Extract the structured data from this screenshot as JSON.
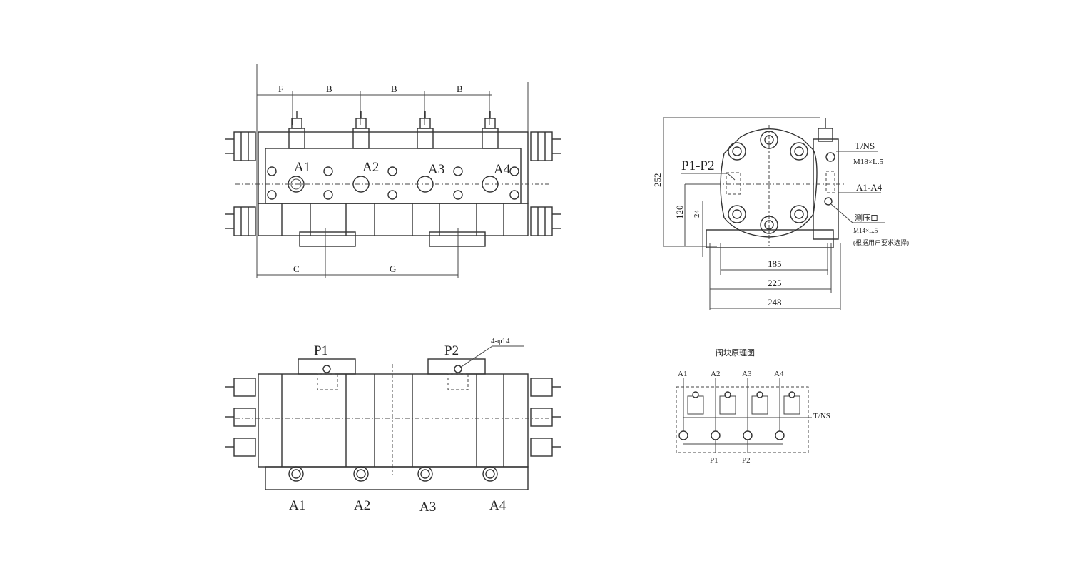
{
  "front_view": {
    "top_dims": [
      "F",
      "B",
      "B",
      "B"
    ],
    "port_labels": [
      "A1",
      "A2",
      "A3",
      "A4"
    ],
    "bottom_dims": [
      "C",
      "G"
    ]
  },
  "side_view": {
    "inlet_label": "P1-P2",
    "height_dim": "252",
    "dim_120": "120",
    "dim_24": "24",
    "callout_tns": "T/NS",
    "callout_thread": "M18×L.5",
    "callout_ports": "A1-A4",
    "callout_gauge": "测压口",
    "callout_gauge_thread": "M14×L.5",
    "callout_note": "(根据用户要求选择)",
    "width_dims": [
      "185",
      "225",
      "248"
    ]
  },
  "bottom_view": {
    "inlet_labels": [
      "P1",
      "P2"
    ],
    "hole_callout": "4-φ14",
    "port_labels": [
      "A1",
      "A2",
      "A3",
      "A4"
    ]
  },
  "schematic": {
    "title": "阀块原理图",
    "port_labels": [
      "A1",
      "A2",
      "A3",
      "A4"
    ],
    "tns_label": "T/NS",
    "inlet_labels": [
      "P1",
      "P2"
    ]
  }
}
